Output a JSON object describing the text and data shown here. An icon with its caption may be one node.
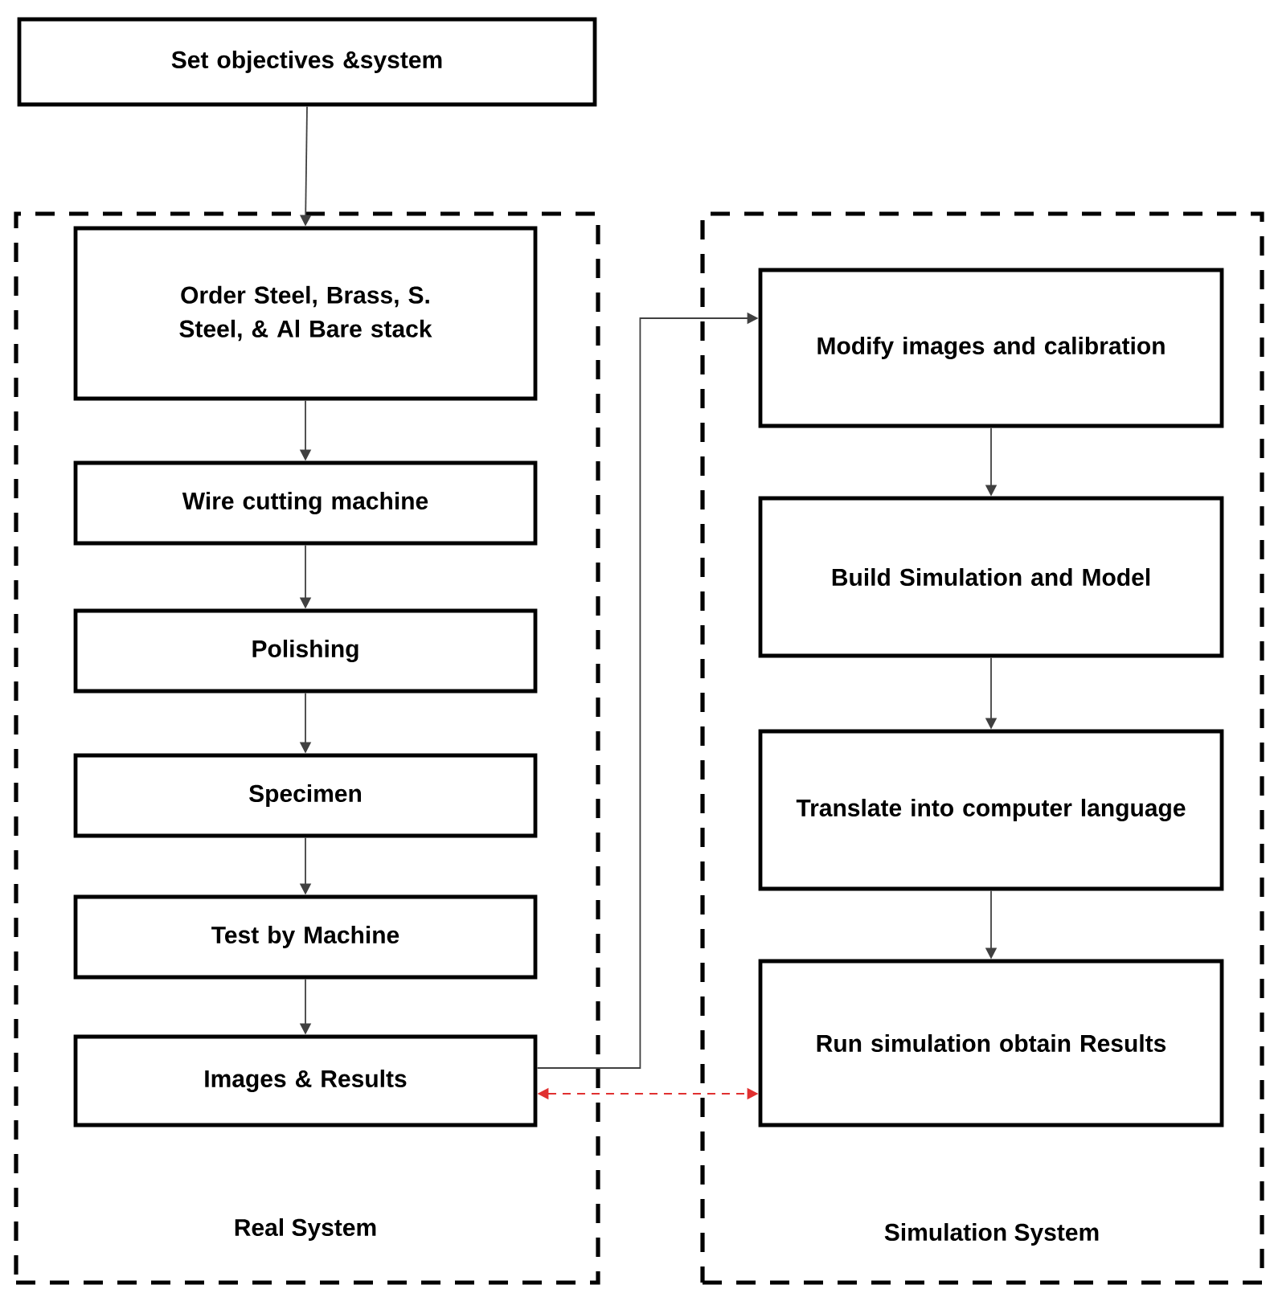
{
  "diagram": {
    "nodes": [
      {
        "text": [
          "Set objectives &system"
        ]
      },
      {
        "text": [
          "Real System"
        ]
      },
      {
        "text": [
          "Order Steel, Brass, S. Steel, & Al Bare stack"
        ],
        "in": 1
      },
      {
        "text": [
          "Wire cutting machine"
        ],
        "in": 1
      },
      {
        "text": [
          "Polishing"
        ],
        "in": 1
      },
      {
        "text": [
          "Specimen"
        ],
        "in": 1
      },
      {
        "text": [
          "Test by Machine"
        ],
        "in": 1
      },
      {
        "text": [
          "Images & Results"
        ],
        "in": 1
      },
      {
        "text": [
          "Simulation System"
        ]
      },
      {
        "text": [
          "Modify images and calibration"
        ],
        "in": 8
      },
      {
        "text": [
          "Build Simulation and Model"
        ],
        "in": 8
      },
      {
        "text": [
          "Translate into computer language"
        ],
        "in": 8
      },
      {
        "text": [
          "Run simulation obtain Results"
        ],
        "in": 8
      }
    ],
    "edges": [
      {
        "from": 0,
        "to": 2,
        "arrow": "to"
      },
      {
        "from": 2,
        "to": 3,
        "arrow": "to"
      },
      {
        "from": 3,
        "to": 4,
        "arrow": "to"
      },
      {
        "from": 4,
        "to": 5,
        "arrow": "to"
      },
      {
        "from": 5,
        "to": 6,
        "arrow": "to"
      },
      {
        "from": 6,
        "to": 7,
        "arrow": "to"
      },
      {
        "from": 7,
        "to": 9,
        "arrow": "to"
      },
      {
        "from": 9,
        "to": 10,
        "arrow": "to"
      },
      {
        "from": 10,
        "to": 11,
        "arrow": "to"
      },
      {
        "from": 11,
        "to": 12,
        "arrow": "to"
      },
      {
        "from": 7,
        "to": 12,
        "arrow": "both",
        "style": "dashed",
        "color": "#e03030"
      }
    ]
  }
}
